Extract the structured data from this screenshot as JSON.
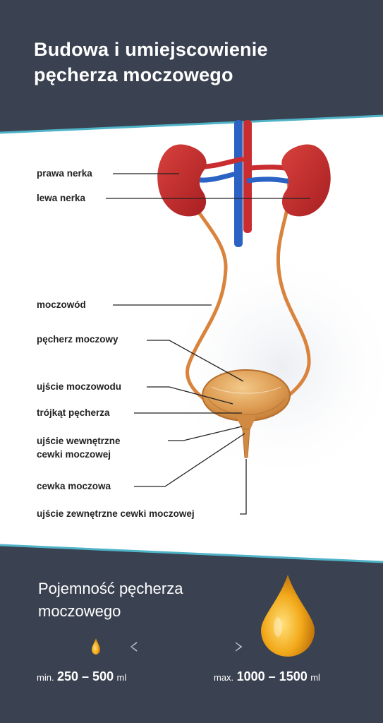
{
  "header": {
    "title_line1": "Budowa i umiejscowienie",
    "title_line2": "pęcherza moczowego"
  },
  "labels": {
    "prawa_nerka": "prawa nerka",
    "lewa_nerka": "lewa nerka",
    "moczowod": "moczowód",
    "pecherz_moczowy": "pęcherz moczowy",
    "ujscie_moczowodu": "ujście moczowodu",
    "trojkat_pecherza": "trójkąt pęcherza",
    "ujscie_wewnetrzne_line1": "ujście wewnętrzne",
    "ujscie_wewnetrzne_line2": "cewki moczowej",
    "cewka_moczowa": "cewka moczowa",
    "ujscie_zewnetrzne": "ujście zewnętrzne cewki moczowej"
  },
  "capacity": {
    "title_line1": "Pojemność pęcherza",
    "title_line2": "moczowego",
    "min_prefix": "min.",
    "min_value": "250 – 500",
    "min_unit": "ml",
    "max_prefix": "max.",
    "max_value": "1000 – 1500",
    "max_unit": "ml"
  },
  "colors": {
    "background_dark": "#3a4150",
    "accent_teal": "#4fb3c8",
    "kidney": "#c42a2a",
    "artery": "#c92d30",
    "vein": "#2b63c4",
    "ureter": "#d9833c",
    "bladder": "#d99a4e",
    "drop": "#f0a818"
  }
}
